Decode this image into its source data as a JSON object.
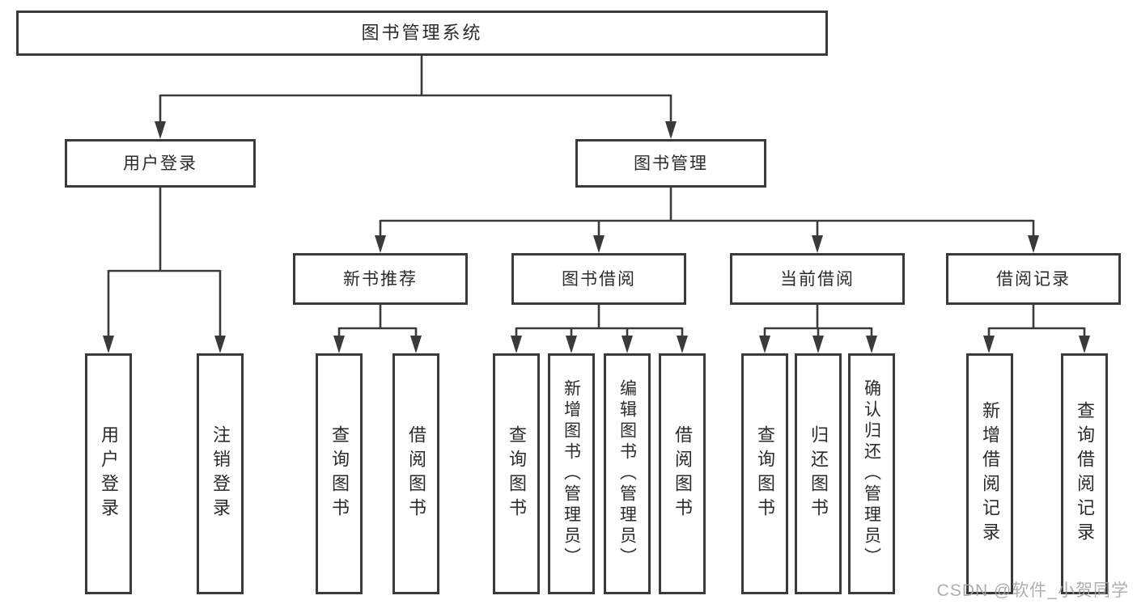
{
  "diagram": {
    "title": "图书管理系统",
    "type": "hierarchy-tree",
    "tree": {
      "root": {
        "label": "图书管理系统"
      },
      "children": [
        {
          "label": "用户登录",
          "children": [
            {
              "label": "用户登录"
            },
            {
              "label": "注销登录"
            }
          ]
        },
        {
          "label": "图书管理",
          "children": [
            {
              "label": "新书推荐",
              "children": [
                {
                  "label": "查询图书"
                },
                {
                  "label": "借阅图书"
                }
              ]
            },
            {
              "label": "图书借阅",
              "children": [
                {
                  "label": "查询图书"
                },
                {
                  "label": "新增图书（管理员）"
                },
                {
                  "label": "编辑图书（管理员）"
                },
                {
                  "label": "借阅图书"
                }
              ]
            },
            {
              "label": "当前借阅",
              "children": [
                {
                  "label": "查询图书"
                },
                {
                  "label": "归还图书"
                },
                {
                  "label": "确认归还（管理员）"
                }
              ]
            },
            {
              "label": "借阅记录",
              "children": [
                {
                  "label": "新增借阅记录"
                },
                {
                  "label": "查询借阅记录"
                }
              ]
            }
          ]
        }
      ]
    },
    "colors": {
      "line": "#3a3a3a",
      "box_border": "#3a3a3a",
      "box_fill": "#ffffff",
      "text": "#2b2b2b",
      "watermark": "#a3a3a3",
      "background": "#ffffff"
    }
  },
  "watermark": {
    "text": "CSDN @软件_小贺同学"
  }
}
